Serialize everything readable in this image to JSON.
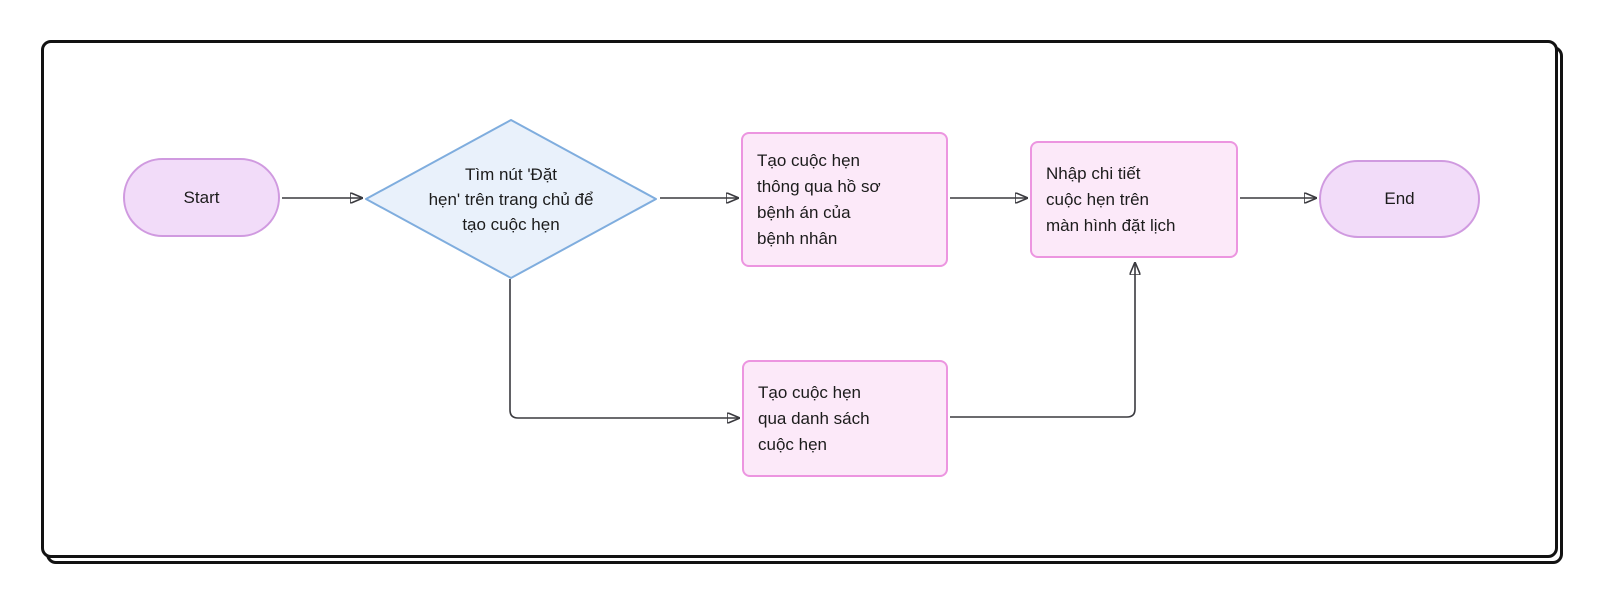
{
  "diagram": {
    "type": "flowchart",
    "direction": "left-to-right"
  },
  "nodes": {
    "start": {
      "shape": "stadium",
      "label": "Start"
    },
    "decision": {
      "shape": "diamond",
      "label": "Tìm nút 'Đặt\nhẹn' trên trang chủ để\ntạo cuộc hẹn"
    },
    "via_record": {
      "shape": "rect",
      "label": "Tạo cuộc hẹn\nthông qua hồ sơ\nbệnh án của\nbệnh nhân"
    },
    "enter_details": {
      "shape": "rect",
      "label": "Nhập chi tiết\ncuộc hẹn trên\nmàn hình đặt lịch"
    },
    "via_list": {
      "shape": "rect",
      "label": "Tạo cuộc hẹn\nqua danh sách\ncuộc hẹn"
    },
    "end": {
      "shape": "stadium",
      "label": "End"
    }
  },
  "edges": [
    {
      "from": "start",
      "to": "decision",
      "label": ""
    },
    {
      "from": "decision",
      "to": "via_record",
      "label": ""
    },
    {
      "from": "via_record",
      "to": "enter_details",
      "label": ""
    },
    {
      "from": "enter_details",
      "to": "end",
      "label": ""
    },
    {
      "from": "decision",
      "to": "via_list",
      "label": ""
    },
    {
      "from": "via_list",
      "to": "enter_details",
      "label": ""
    }
  ],
  "colors": {
    "canvas_bg": "#ffffff",
    "frame_border": "#121212",
    "terminal_fill": "#f2dcf9",
    "terminal_border": "#d09ae0",
    "decision_fill": "#e9f1fb",
    "decision_border": "#7fadde",
    "process_fill": "#fce9f9",
    "process_border": "#ec95e0",
    "edge": "#3a3a3f",
    "text": "#1c1c1c"
  }
}
